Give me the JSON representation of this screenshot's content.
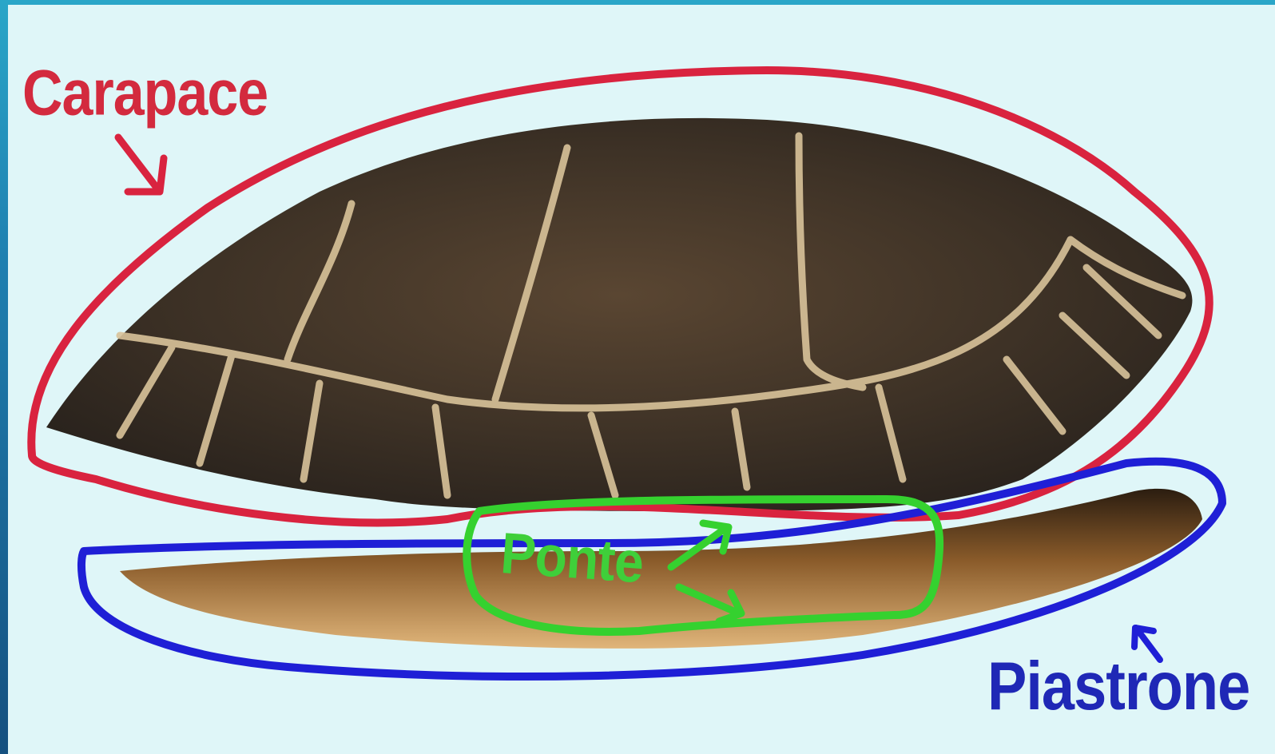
{
  "labels": {
    "carapace": "Carapace",
    "ponte": "Ponte",
    "piastrone": "Piastrone"
  },
  "colors": {
    "carapace": "#d9233f",
    "ponte": "#35d12f",
    "piastrone": "#1f1fd6",
    "background": "#dff6f8"
  },
  "icons": [
    "arrow-icon"
  ]
}
